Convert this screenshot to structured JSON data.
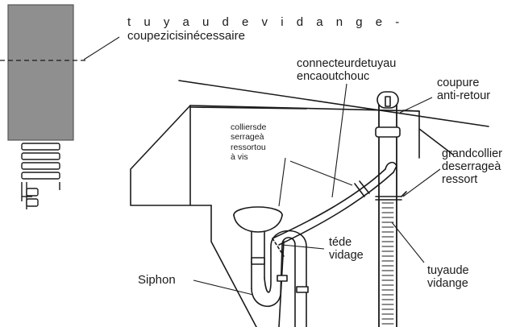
{
  "labels": {
    "drain_hose_top_line1": "t u y a u d e v i d a n g e -",
    "drain_hose_top_line2": "coupezicisinécessaire",
    "rubber_connector_line1": "connecteurdetuyau",
    "rubber_connector_line2": "encaoutchouc",
    "anti_siphon_line1": "coupure",
    "anti_siphon_line2": "anti-retour",
    "clamps_line1": "colliersde",
    "clamps_line2": "serrageà",
    "clamps_line3": "ressortou",
    "clamps_line4": "à vis",
    "large_clamp_line1": "grandcollier",
    "large_clamp_line2": "deserrageà",
    "large_clamp_line3": "ressort",
    "tee_line1": "téde",
    "tee_line2": "vidage",
    "siphon": "Siphon",
    "drain_hose_line1": "tuyaude",
    "drain_hose_line2": "vidange"
  },
  "colors": {
    "hose_gray": "#8f8f8f",
    "outline": "#1a1a1a",
    "background": "#ffffff"
  }
}
